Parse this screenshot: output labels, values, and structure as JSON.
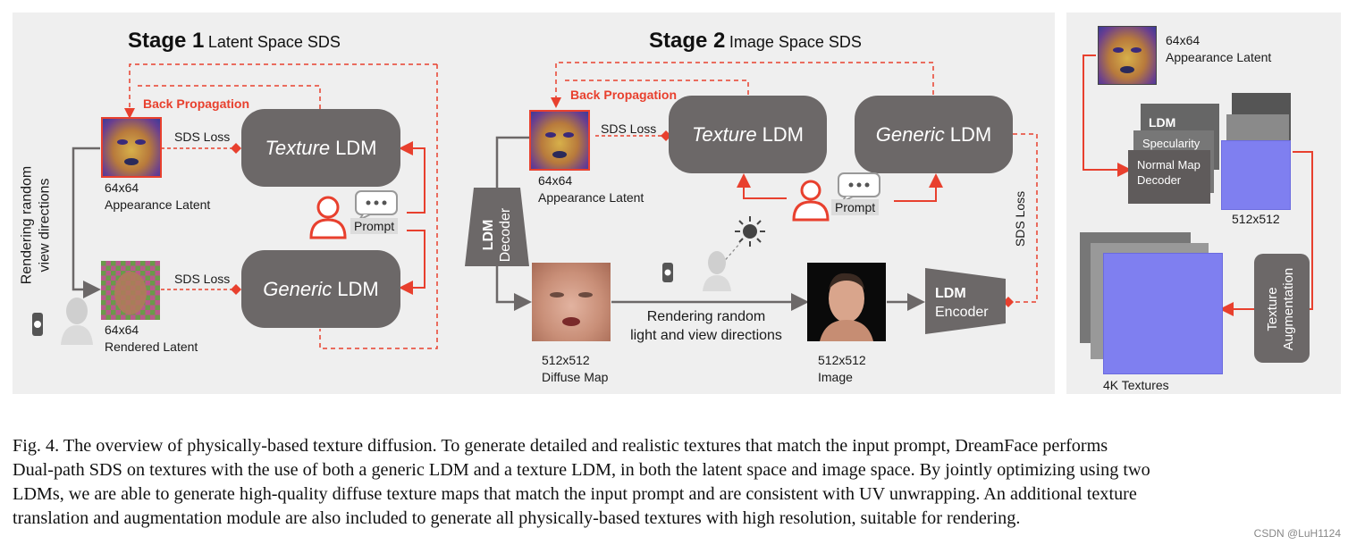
{
  "stage1": {
    "title_bold": "Stage 1",
    "title_rest": "Latent Space SDS"
  },
  "stage2": {
    "title_bold": "Stage 2",
    "title_rest": "Image Space SDS"
  },
  "labels": {
    "back_propagation": "Back Propagation",
    "sds_loss": "SDS Loss",
    "texture_word": "Texture",
    "generic_word": "Generic",
    "ldm_word": "LDM",
    "prompt": "Prompt",
    "res_64": "64x64",
    "appearance_latent": "Appearance Latent",
    "rendered_latent": "Rendered Latent",
    "rendering_random_view_1": "Rendering random",
    "rendering_random_view_2": "view directions",
    "ldm_decoder_1": "LDM",
    "ldm_decoder_2": "Decoder",
    "ldm_encoder_1": "LDM",
    "ldm_encoder_2": "Encoder",
    "res_512": "512x512",
    "diffuse_map": "Diffuse Map",
    "image": "Image",
    "rendering_light_1": "Rendering random",
    "rendering_light_2": "light and view directions",
    "sds_loss_vertical": "SDS Loss",
    "specularity": "Specularity",
    "normal_map_decoder_1": "Normal Map",
    "normal_map_decoder_2": "Decoder",
    "texture_aug_1": "Texture",
    "texture_aug_2": "Augmentation",
    "textures_4k": "4K Textures"
  },
  "caption": [
    "Fig. 4.  The overview of physically-based texture diffusion. To generate detailed and realistic textures that match the input prompt, DreamFace performs",
    "Dual-path SDS on textures with the use of both a generic LDM and a texture LDM, in both the latent space and image space. By jointly optimizing using two",
    "LDMs, we are able to generate high-quality diffuse texture maps that match the input prompt and are consistent with UV unwrapping. An additional texture",
    "translation and augmentation module are also included to generate all physically-based textures with high resolution, suitable for rendering."
  ],
  "watermark": "CSDN @LuH1124",
  "colors": {
    "accent": "#e8402e",
    "box": "#6c6868",
    "panel": "#efefef"
  }
}
